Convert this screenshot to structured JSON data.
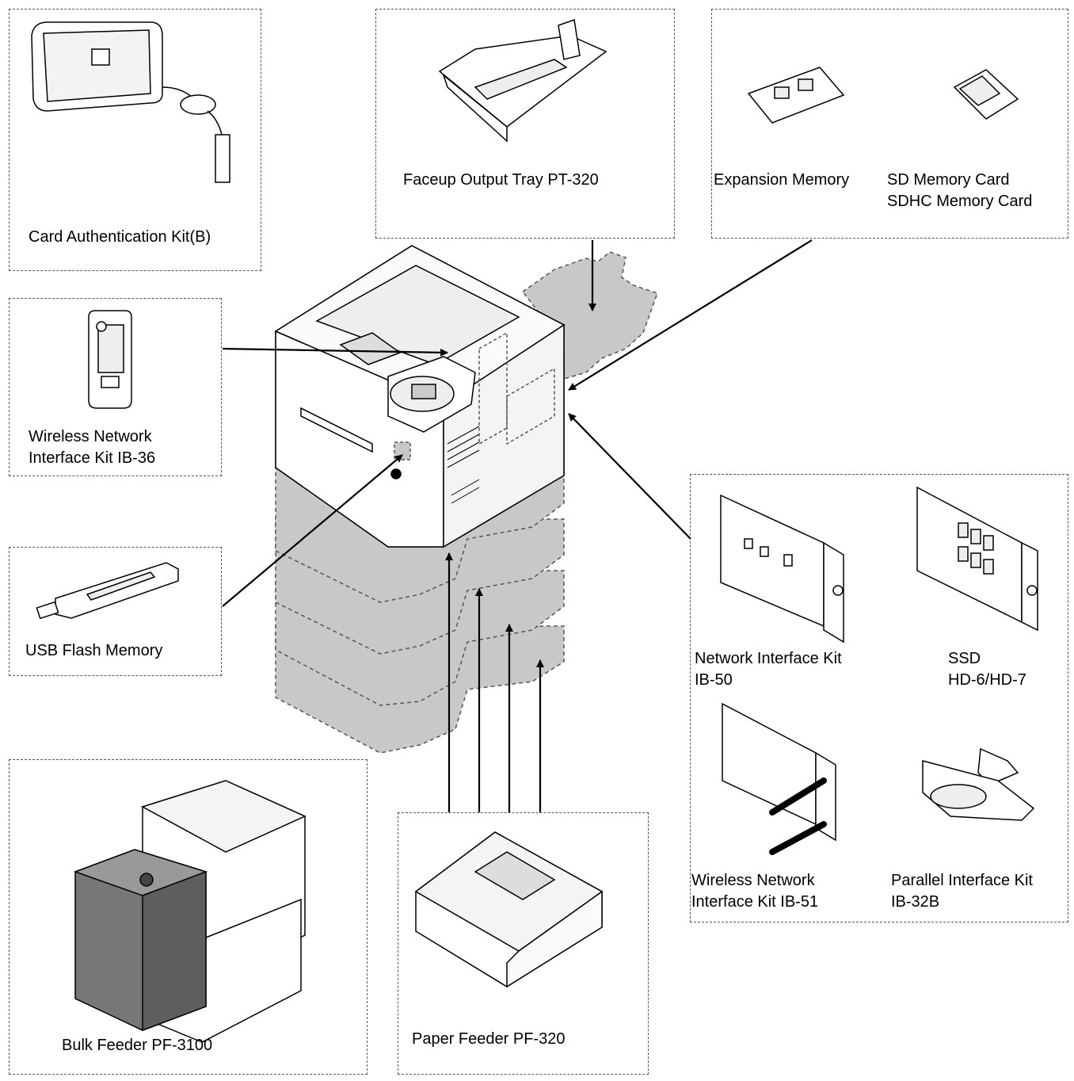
{
  "options": {
    "card_auth": "Card Authentication Kit(B)",
    "faceup_tray": "Faceup Output Tray PT-320",
    "expansion_memory": "Expansion Memory",
    "sd_card_line1": "SD Memory Card",
    "sd_card_line2": "SDHC Memory Card",
    "wireless_ib36_line1": "Wireless Network",
    "wireless_ib36_line2": "Interface Kit IB-36",
    "usb_flash": "USB Flash Memory",
    "network_ib50_line1": "Network Interface Kit",
    "network_ib50_line2": "IB-50",
    "ssd_line1": "SSD",
    "ssd_line2": "HD-6/HD-7",
    "wireless_ib51_line1": "Wireless Network",
    "wireless_ib51_line2": "Interface Kit IB-51",
    "parallel_line1": "Parallel Interface Kit",
    "parallel_line2": "IB-32B",
    "bulk_feeder": "Bulk Feeder PF-3100",
    "paper_feeder": "Paper Feeder PF-320"
  },
  "colors": {
    "ghost_fill": "#c8c8c8",
    "line": "#000000",
    "dashed_border": "#555555"
  }
}
